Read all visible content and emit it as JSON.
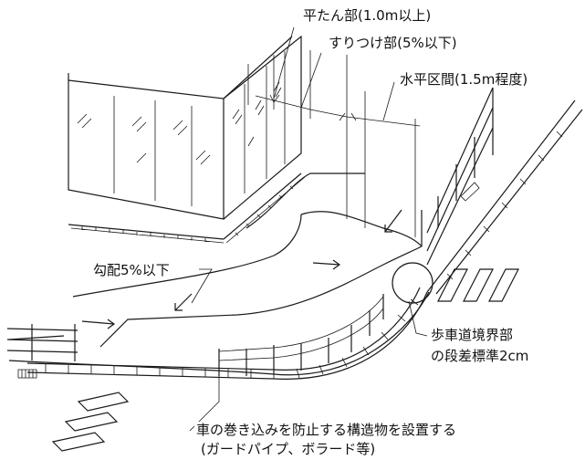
{
  "labels": {
    "flat_section": "平たん部(1.0m以上)",
    "transition_section": "すりつけ部(5%以下)",
    "horizontal_section": "水平区間(1.5m程度)",
    "slope": "勾配5%以下",
    "curb_step_line1": "歩車道境界部",
    "curb_step_line2": "の段差標準2cm",
    "barrier_line1": "車の巻き込みを防止する構造物を設置する",
    "barrier_line2": "(ガードパイプ、ボラード等)"
  }
}
